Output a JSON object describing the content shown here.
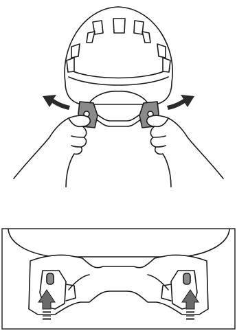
{
  "figures": [
    {
      "id": "step-remove-headband",
      "arrows": {
        "color": "#1a1a1a",
        "direction": "outward"
      }
    },
    {
      "id": "step-detail-clips",
      "arrows": {
        "color": "#6a6a6a",
        "direction": "upward"
      }
    }
  ],
  "colors": {
    "outline": "#1a1a1a",
    "buckle_fill": "#8a8a8a",
    "arrow_grey": "#6a6a6a",
    "background": "#ffffff"
  }
}
